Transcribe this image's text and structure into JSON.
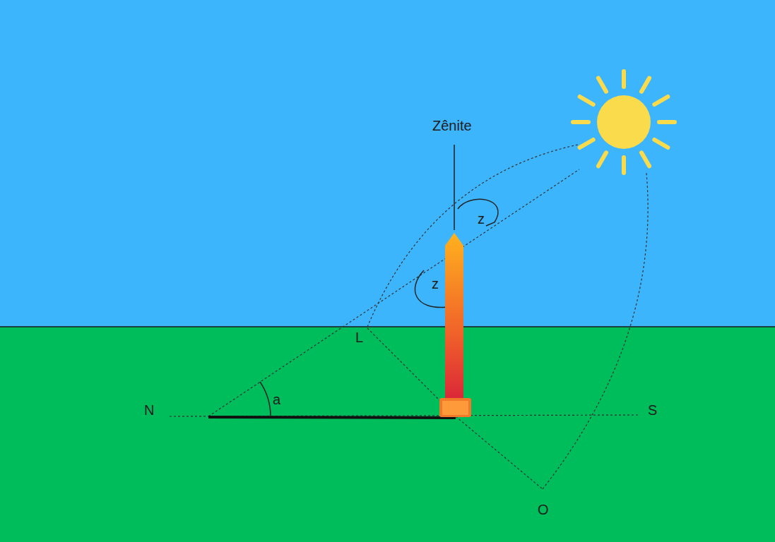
{
  "diagram": {
    "labels": [
      "Zênite",
      "z",
      "z",
      "L",
      "a",
      "N",
      "S",
      "O"
    ]
  }
}
